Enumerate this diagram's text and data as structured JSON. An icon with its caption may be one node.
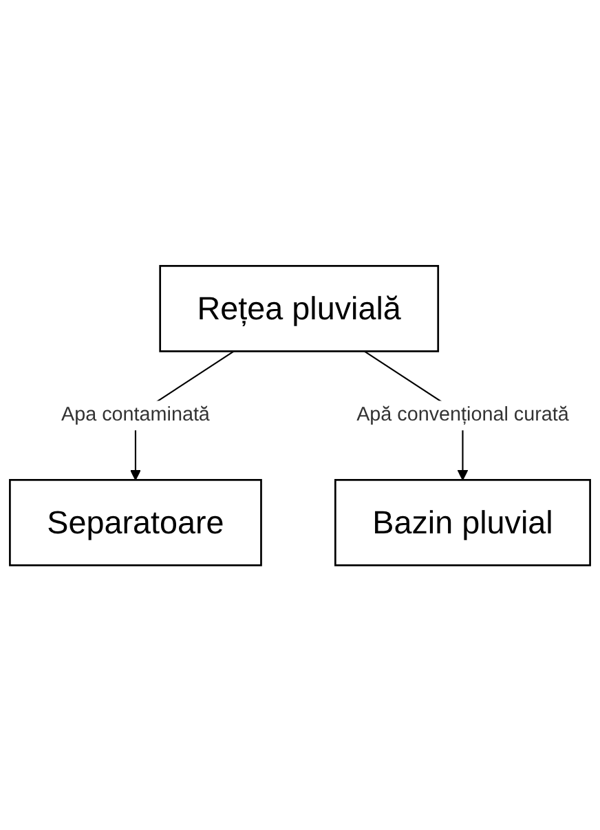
{
  "diagram": {
    "nodes": [
      {
        "text": [
          "Rețea pluvială"
        ]
      },
      {
        "text": [
          "Separatoare"
        ]
      },
      {
        "text": [
          "Bazin pluvial"
        ]
      }
    ],
    "edges": [
      {
        "from": 0,
        "to": 1,
        "arrow": "to",
        "label": "Apa contaminată"
      },
      {
        "from": 0,
        "to": 2,
        "arrow": "to",
        "label": "Apă convențional curată"
      }
    ]
  }
}
